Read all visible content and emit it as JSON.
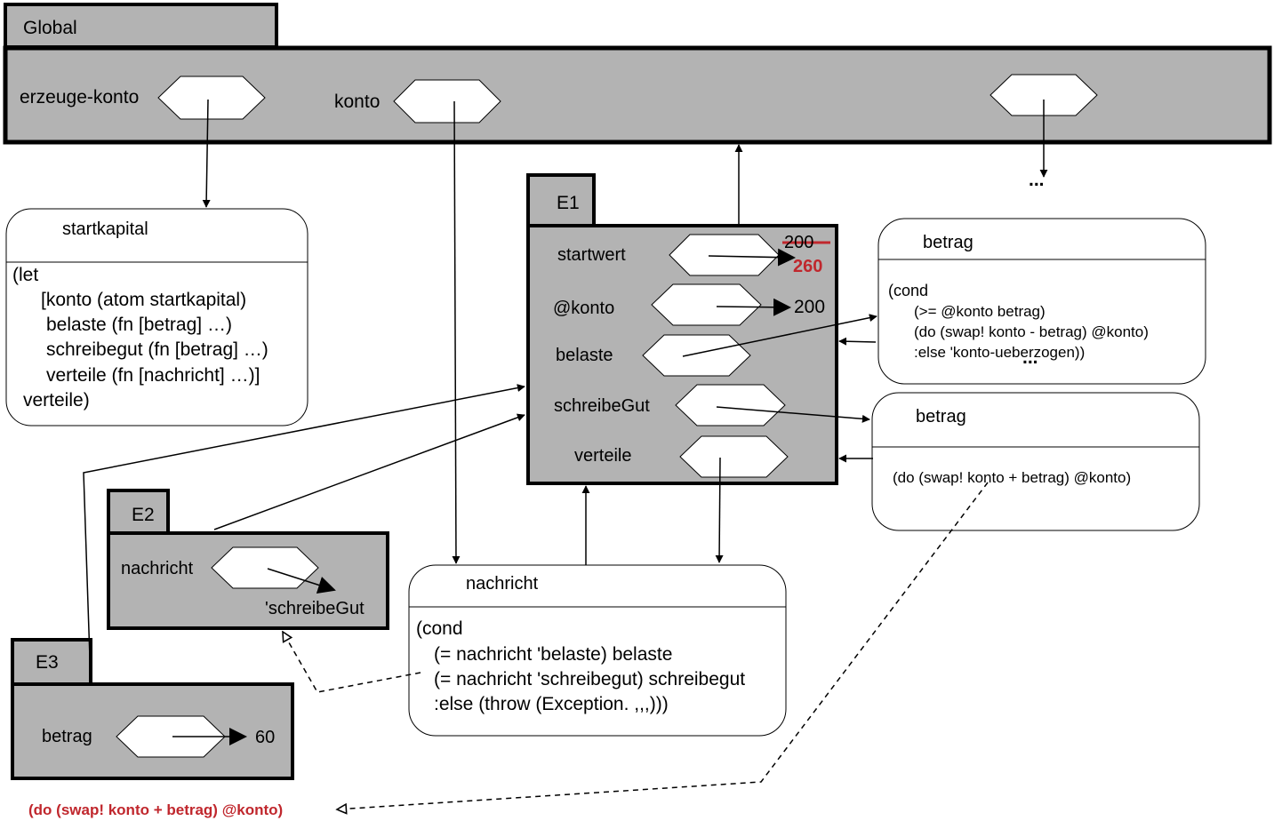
{
  "global": {
    "title": "Global",
    "bindings": [
      {
        "name": "erzeuge-konto"
      },
      {
        "name": "konto"
      }
    ]
  },
  "ellipsis": "...",
  "startkapital_proc": {
    "param": "startkapital",
    "body": [
      "(let",
      "[konto (atom startkapital)",
      "belaste (fn [betrag] …)",
      "schreibegut (fn [betrag] …)",
      "verteile (fn [nachricht] …)]",
      "verteile)"
    ]
  },
  "e1": {
    "title": "E1",
    "startwert": {
      "name": "startwert",
      "old_value": "200",
      "new_value": "260"
    },
    "atkonto": {
      "name": "@konto",
      "value": "200"
    },
    "belaste": {
      "name": "belaste"
    },
    "schreibeGut": {
      "name": "schreibeGut"
    },
    "verteile": {
      "name": "verteile"
    }
  },
  "betrag_proc_1": {
    "param": "betrag",
    "body": [
      "(cond",
      "(>= @konto betrag)",
      "(do (swap! konto - betrag) @konto)",
      ":else 'konto-ueberzogen))"
    ]
  },
  "betrag_proc_2": {
    "param": "betrag",
    "body": [
      "(do (swap! konto + betrag) @konto)"
    ]
  },
  "e2": {
    "title": "E2",
    "nachricht": {
      "name": "nachricht",
      "value": "'schreibeGut"
    }
  },
  "e3": {
    "title": "E3",
    "betrag": {
      "name": "betrag",
      "value": "60"
    }
  },
  "nachricht_proc": {
    "param": "nachricht",
    "body": [
      "(cond",
      "(= nachricht 'belaste) belaste",
      "(= nachricht 'schreibegut) schreibegut",
      ":else (throw (Exception. ,,,)))"
    ]
  },
  "evaluated_expr": "(do (swap! konto + betrag) @konto)",
  "colors": {
    "frame_fill": "#b3b3b3",
    "accent_red": "#c0272d"
  }
}
